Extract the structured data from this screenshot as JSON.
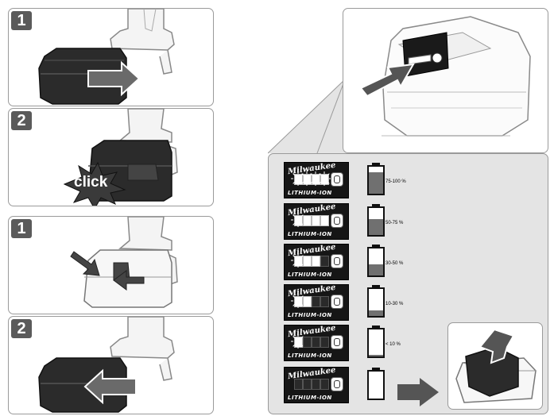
{
  "steps": {
    "install_1": "1",
    "install_2": "2",
    "remove_1": "1",
    "remove_2": "2"
  },
  "click_text": "click",
  "fuel_gauge": {
    "brand": "Milwaukee",
    "series": "LITHIUM-ION",
    "rows": [
      {
        "level_label": "75-100 %",
        "charge_fraction": 0.8,
        "lit_leds": 4,
        "flashing_leds": 4
      },
      {
        "level_label": "50-75 %",
        "charge_fraction": 0.6,
        "lit_leds": 4,
        "flashing_leds": 1
      },
      {
        "level_label": "30-50 %",
        "charge_fraction": 0.4,
        "lit_leds": 3,
        "flashing_leds": 1
      },
      {
        "level_label": "10-30 %",
        "charge_fraction": 0.22,
        "lit_leds": 2,
        "flashing_leds": 1
      },
      {
        "level_label": "< 10 %",
        "charge_fraction": 0.06,
        "lit_leds": 1,
        "flashing_leds": 1
      },
      {
        "level_label": "",
        "charge_fraction": 0,
        "lit_leds": 0,
        "flashing_leds": 0
      }
    ]
  },
  "icons": {
    "arrow": "arrow-right-icon",
    "charger": "battery-charger-icon"
  },
  "colors": {
    "panel_bg": "#e4e4e4",
    "badge_bg": "#5a5a5a",
    "arrow_gray": "#555555",
    "fill_gray": "#707070"
  }
}
